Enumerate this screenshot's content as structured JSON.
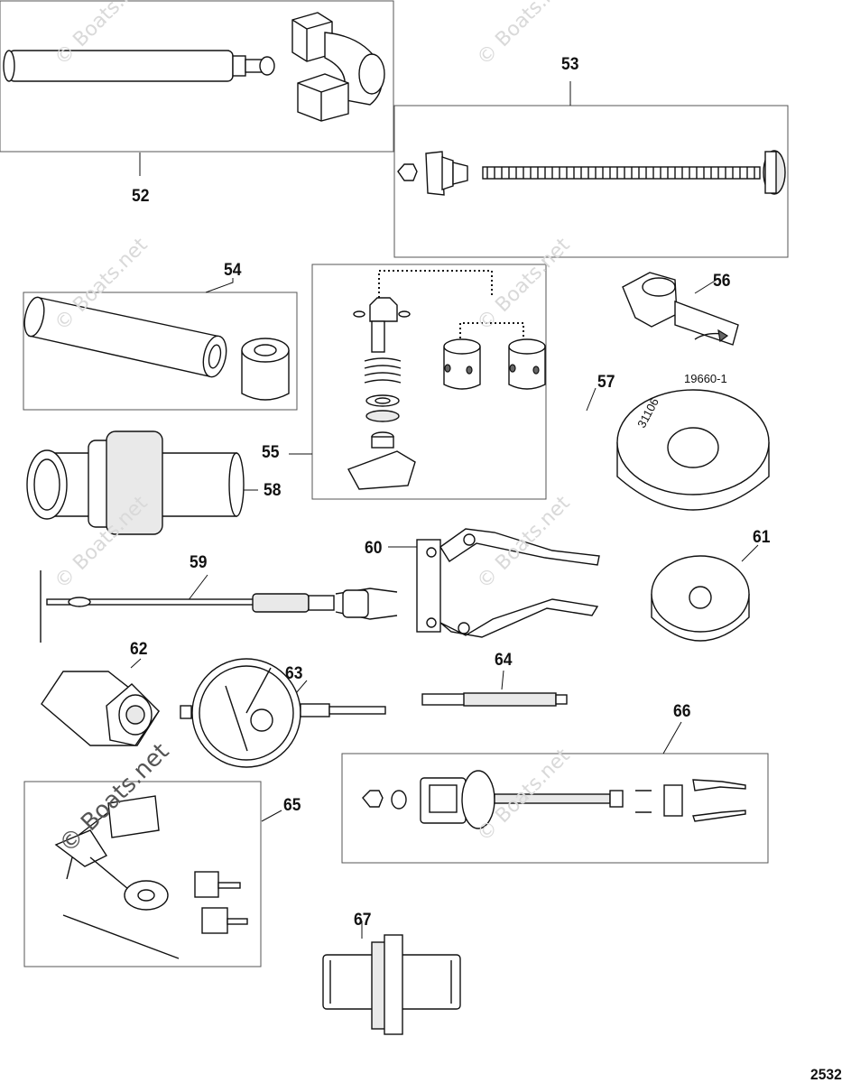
{
  "watermark": "© Boats.net",
  "page_number": "2532",
  "callouts": {
    "p52": "52",
    "p53": "53",
    "p54": "54",
    "p55": "55",
    "p56": "56",
    "p57": "57",
    "p58": "58",
    "p59": "59",
    "p60": "60",
    "p61": "61",
    "p62": "62",
    "p63": "63",
    "p64": "64",
    "p65": "65",
    "p66": "66",
    "p67": "67"
  },
  "part_note_56": "19660-1",
  "stamp_57": "31106"
}
